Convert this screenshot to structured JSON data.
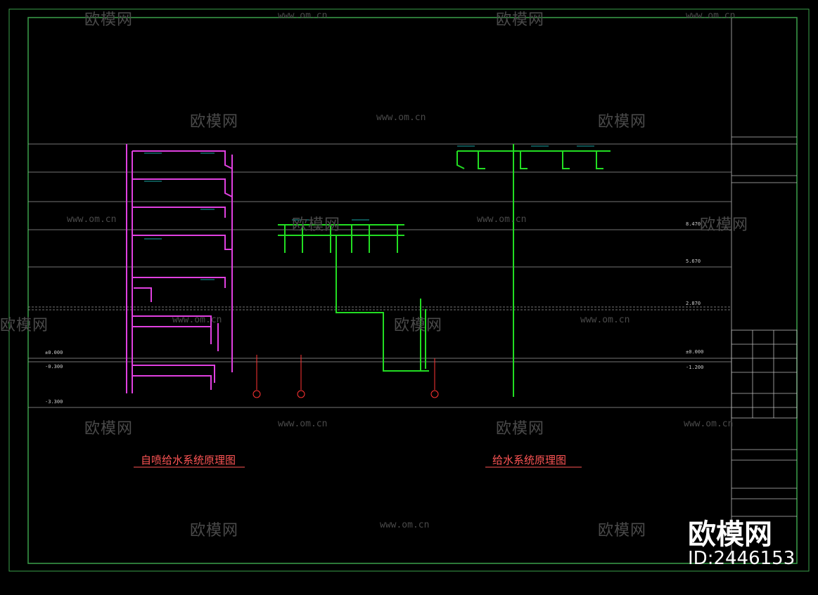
{
  "diagram": {
    "left_title": "自喷给水系统原理图",
    "right_title": "给水系统原理图",
    "elevations": [
      "±0.000",
      "-0.300",
      "-1.200",
      "-3.300",
      "8.470",
      "5.670",
      "2.870",
      "±0.000"
    ],
    "colors": {
      "background": "#000000",
      "border": "#3aa04a",
      "level_line": "#9a9a9a",
      "sprinkler_pipe": "#e040e0",
      "water_pipe": "#22dd22",
      "annotation": "#22dddd",
      "title": "#ff5555",
      "riser_red": "#ff3333"
    }
  },
  "watermark": {
    "brand_text": "欧模网",
    "url_text": "www.om.cn",
    "id_text": "ID:2446153"
  }
}
